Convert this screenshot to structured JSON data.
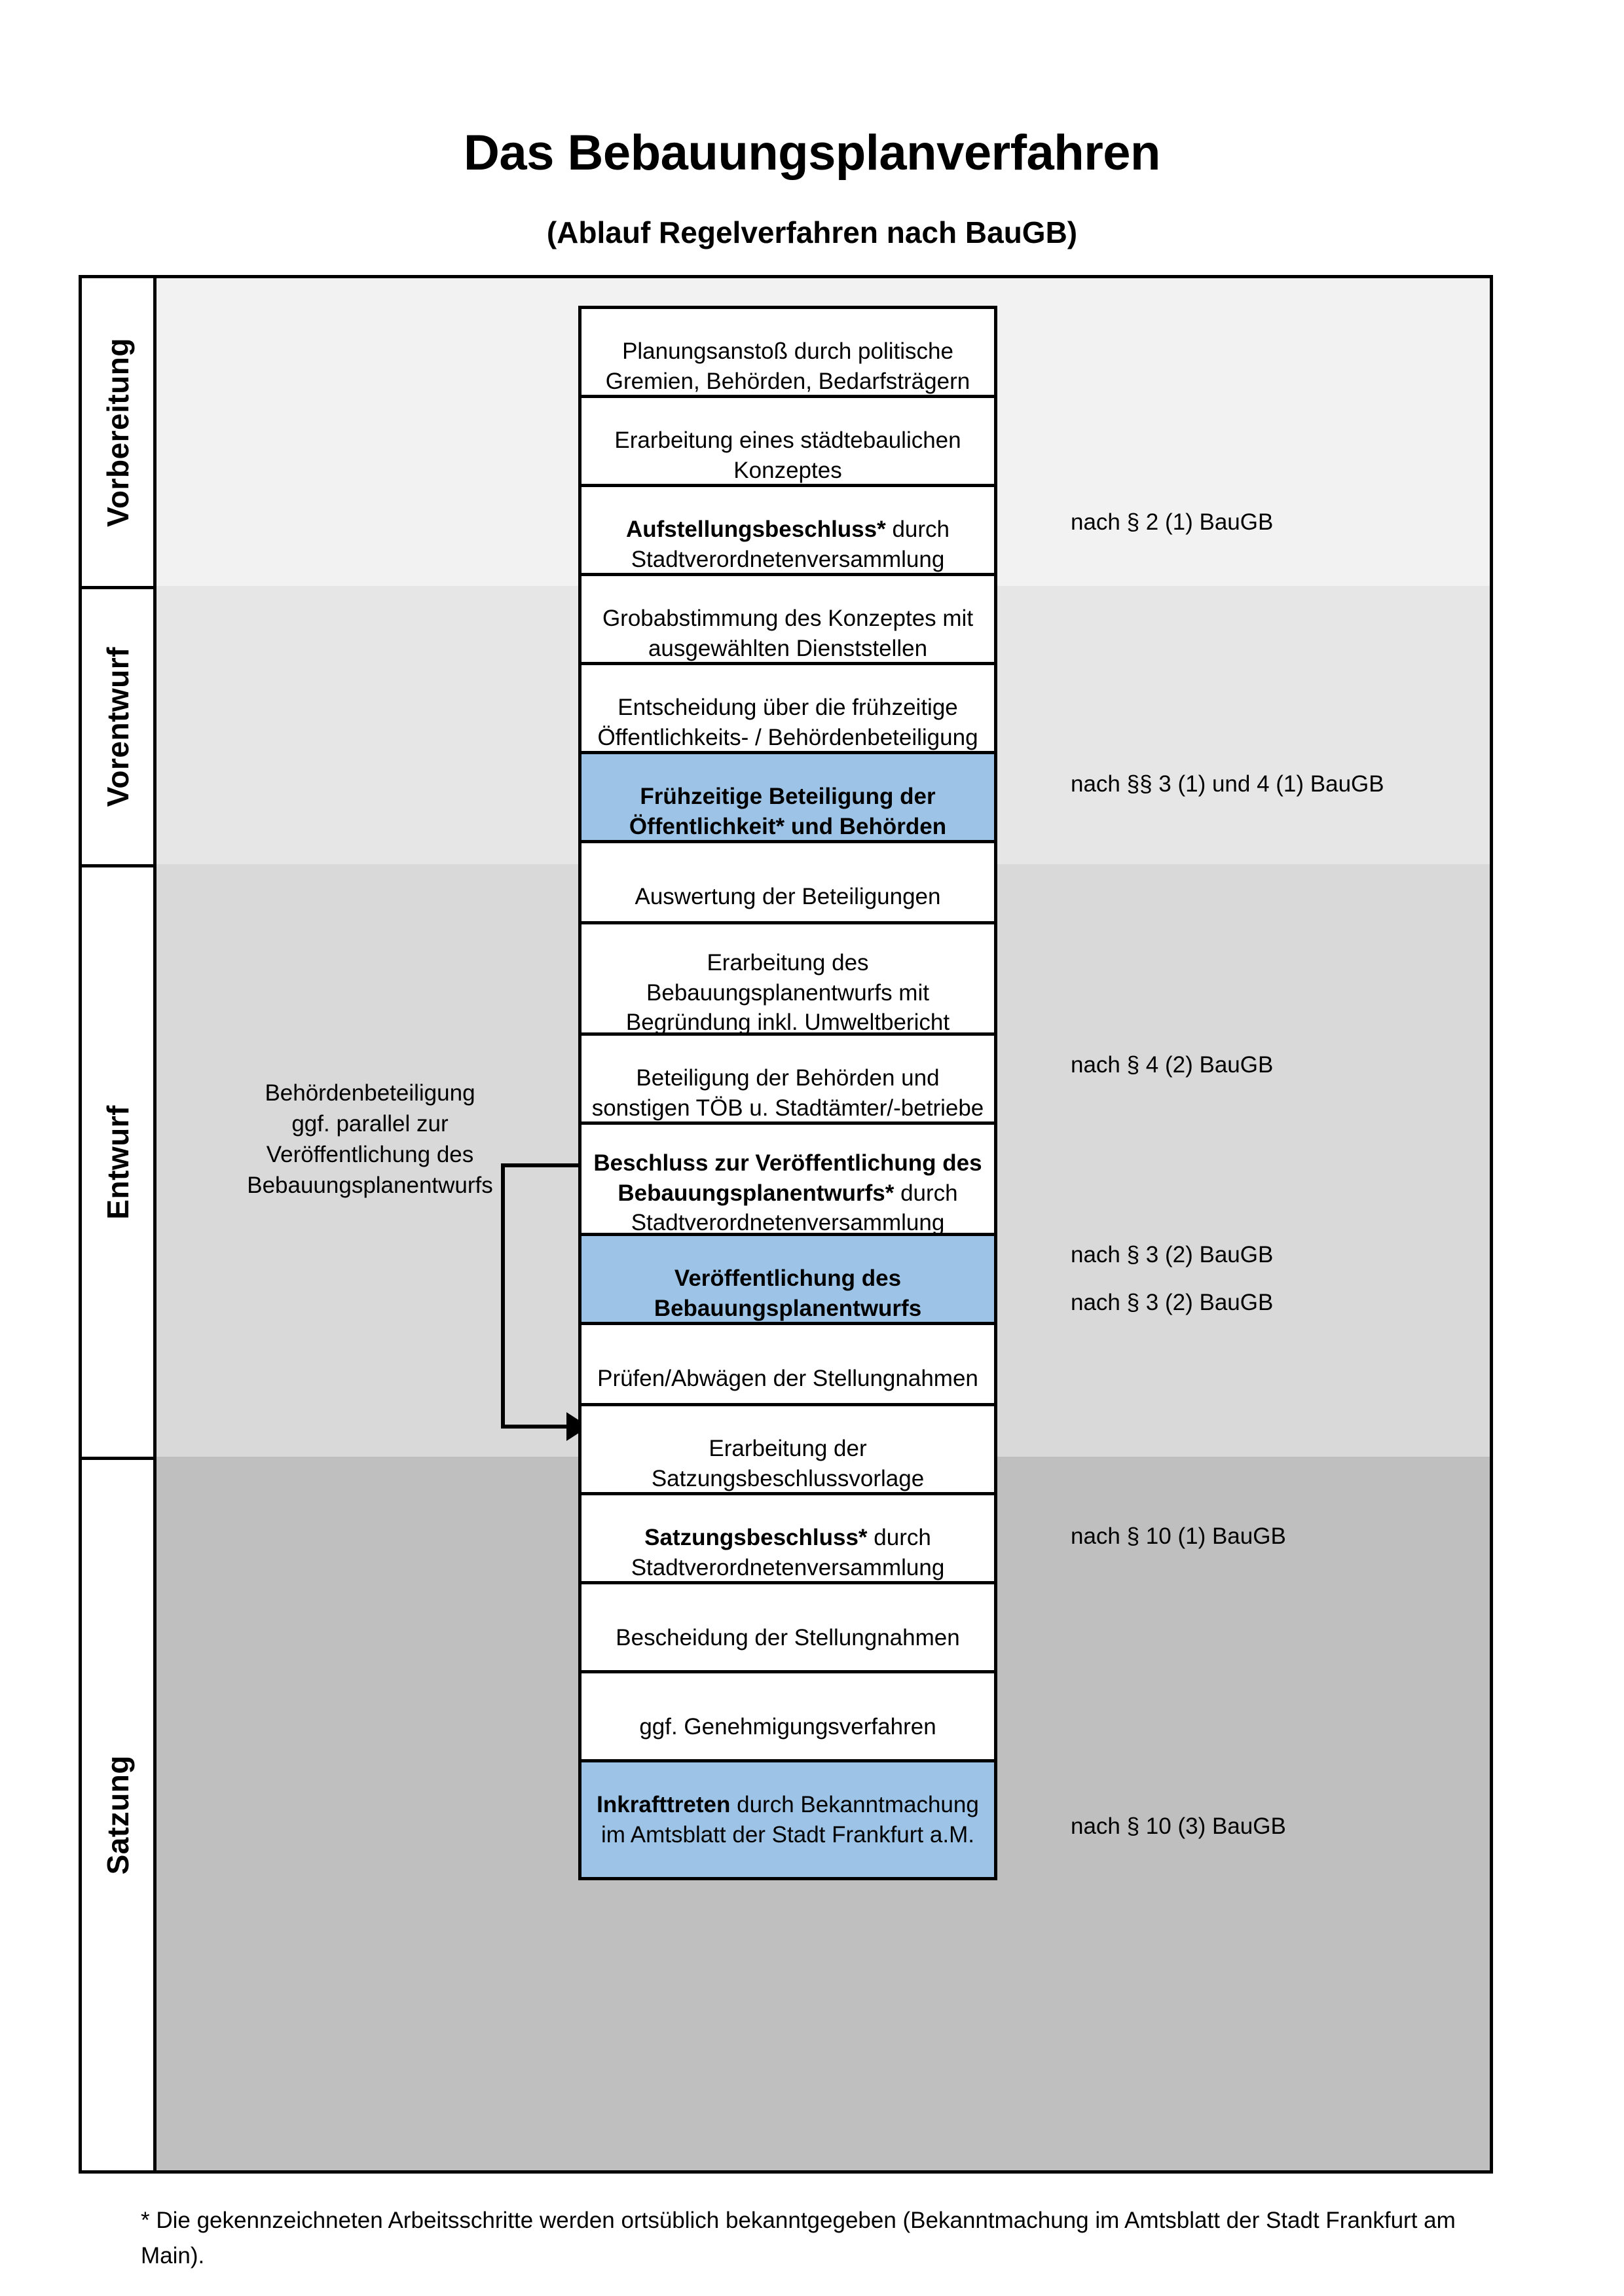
{
  "header": {
    "title": "Das Bebauungsplanverfahren",
    "subtitle": "(Ablauf Regelverfahren nach BauGB)"
  },
  "colors": {
    "highlight_blue": "#9DC3E6",
    "band_vorbereitung": "#F2F2F2",
    "band_vorentwurf": "#E6E6E6",
    "band_entwurf": "#D9D9D9",
    "band_satzung": "#BFBFBF",
    "outline": "#000000"
  },
  "phases": [
    {
      "label": "Vorbereitung"
    },
    {
      "label": "Vorentwurf"
    },
    {
      "label": "Entwurf"
    },
    {
      "label": "Satzung"
    }
  ],
  "steps": [
    {
      "id": "planungsanstoss",
      "phase": "Vorbereitung",
      "highlight": false,
      "lines": [
        {
          "text": "Planungsanstoß durch politische",
          "bold": false
        },
        {
          "text": "Gremien, Behörden, Bedarfsträgern",
          "bold": false
        }
      ]
    },
    {
      "id": "staedtebauliches-konzept",
      "phase": "Vorbereitung",
      "highlight": false,
      "lines": [
        {
          "text": "Erarbeitung eines städtebaulichen",
          "bold": false
        },
        {
          "text": "Konzeptes",
          "bold": false
        }
      ]
    },
    {
      "id": "aufstellungsbeschluss",
      "phase": "Vorbereitung",
      "highlight": false,
      "lines": [
        {
          "text": "Aufstellungsbeschluss*",
          "bold": true,
          "suffix": " durch"
        },
        {
          "text": "Stadtverordnetenversammlung",
          "bold": false
        }
      ]
    },
    {
      "id": "grobabstimmung",
      "phase": "Vorentwurf",
      "highlight": false,
      "lines": [
        {
          "text": "Grobabstimmung des Konzeptes mit",
          "bold": false
        },
        {
          "text": "ausgewählten Dienststellen",
          "bold": false
        }
      ]
    },
    {
      "id": "entscheidung-fruehzeitige-beteiligung",
      "phase": "Vorentwurf",
      "highlight": false,
      "lines": [
        {
          "text": "Entscheidung über die frühzeitige",
          "bold": false
        },
        {
          "text": "Öffentlichkeits- / Behördenbeteiligung",
          "bold": false
        }
      ]
    },
    {
      "id": "fruehzeitige-beteiligung",
      "phase": "Vorentwurf",
      "highlight": true,
      "lines": [
        {
          "text": "Frühzeitige Beteiligung der",
          "bold": true
        },
        {
          "text": "Öffentlichkeit* und Behörden",
          "bold": true
        }
      ]
    },
    {
      "id": "auswertung-beteiligungen",
      "phase": "Entwurf",
      "highlight": false,
      "lines": [
        {
          "text": "Auswertung der Beteiligungen",
          "bold": false
        }
      ]
    },
    {
      "id": "erarbeitung-bebauungsplanentwurf",
      "phase": "Entwurf",
      "highlight": false,
      "lines": [
        {
          "text": "Erarbeitung des",
          "bold": false
        },
        {
          "text": "Bebauungsplanentwurfs mit",
          "bold": false
        },
        {
          "text": "Begründung inkl. Umweltbericht",
          "bold": false
        }
      ]
    },
    {
      "id": "beteiligung-behoerden-toeb",
      "phase": "Entwurf",
      "highlight": false,
      "lines": [
        {
          "text": "Beteiligung der Behörden und",
          "bold": false
        },
        {
          "text": "sonstigen TÖB u. Stadtämter/-betriebe",
          "bold": false
        }
      ]
    },
    {
      "id": "beschluss-veroeffentlichung",
      "phase": "Entwurf",
      "highlight": false,
      "lines": [
        {
          "text": "Beschluss zur Veröffentlichung des",
          "bold": true
        },
        {
          "text": "Bebauungsplanentwurfs*",
          "bold": true,
          "suffix": " durch"
        },
        {
          "text": "Stadtverordnetenversammlung",
          "bold": false
        }
      ]
    },
    {
      "id": "veroeffentlichung-entwurf",
      "phase": "Entwurf",
      "highlight": true,
      "lines": [
        {
          "text": "Veröffentlichung des",
          "bold": true
        },
        {
          "text": "Bebauungsplanentwurfs",
          "bold": true
        }
      ]
    },
    {
      "id": "pruefen-abwaegen",
      "phase": "Satzung",
      "highlight": false,
      "lines": [
        {
          "text": "Prüfen/Abwägen der Stellungnahmen",
          "bold": false
        }
      ]
    },
    {
      "id": "erarbeitung-satzungsbeschlussvorlage",
      "phase": "Satzung",
      "highlight": false,
      "lines": [
        {
          "text": "Erarbeitung der",
          "bold": false
        },
        {
          "text": "Satzungsbeschlussvorlage",
          "bold": false
        }
      ]
    },
    {
      "id": "satzungsbeschluss",
      "phase": "Satzung",
      "highlight": false,
      "lines": [
        {
          "text": "Satzungsbeschluss*",
          "bold": true,
          "suffix": " durch"
        },
        {
          "text": "Stadtverordnetenversammlung",
          "bold": false
        }
      ]
    },
    {
      "id": "bescheidung-stellungnahmen",
      "phase": "Satzung",
      "highlight": false,
      "lines": [
        {
          "text": "Bescheidung der Stellungnahmen",
          "bold": false
        }
      ]
    },
    {
      "id": "genehmigungsverfahren",
      "phase": "Satzung",
      "highlight": false,
      "lines": [
        {
          "text": "ggf. Genehmigungsverfahren",
          "bold": false
        }
      ]
    },
    {
      "id": "inkrafttreten",
      "phase": "Satzung",
      "highlight": true,
      "lines": [
        {
          "text": "Inkrafttreten",
          "bold": true,
          "suffix": " durch Bekanntmachung"
        },
        {
          "text": "im Amtsblatt der Stadt Frankfurt a.M.",
          "bold": false
        }
      ]
    }
  ],
  "legal_refs": [
    {
      "id": "ref-par2-1",
      "text": "nach § 2 (1) BauGB"
    },
    {
      "id": "ref-par3-1-4-1",
      "text": "nach §§ 3 (1) und 4 (1) BauGB"
    },
    {
      "id": "ref-par4-2",
      "text": "nach § 4 (2) BauGB"
    },
    {
      "id": "ref-par3-2-a",
      "text": "nach § 3 (2) BauGB"
    },
    {
      "id": "ref-par3-2-b",
      "text": "nach § 3 (2) BauGB"
    },
    {
      "id": "ref-par10-1",
      "text": "nach § 10 (1) BauGB"
    },
    {
      "id": "ref-par10-3",
      "text": "nach § 10 (3) BauGB"
    }
  ],
  "side_note": {
    "lines": [
      "Behördenbeteiligung",
      "ggf. parallel zur",
      "Veröffentlichung des",
      "Bebauungsplanentwurfs"
    ]
  },
  "footnote": {
    "text": "* Die gekennzeichneten Arbeitsschritte werden ortsüblich bekanntgegeben (Bekanntmachung im Amtsblatt  der Stadt Frankfurt am Main)."
  }
}
